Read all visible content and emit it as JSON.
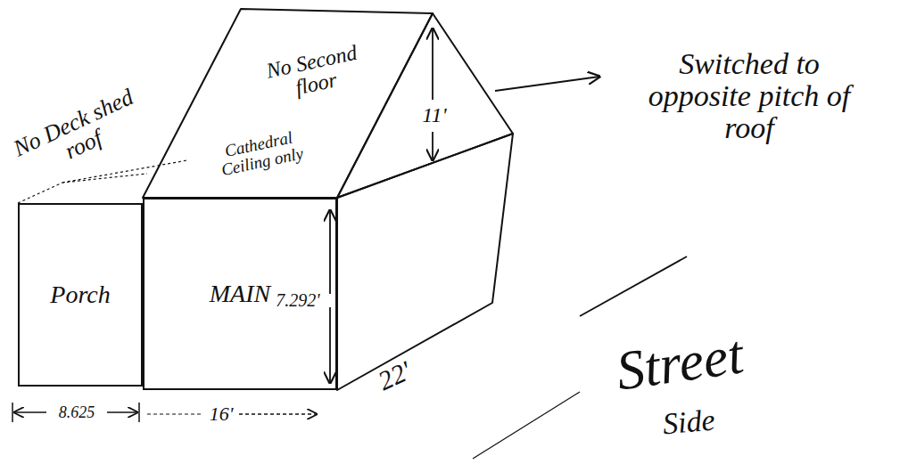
{
  "diagram": {
    "nodes": [
      {
        "text": [
          "Porch"
        ]
      },
      {
        "text": [
          "MAIN"
        ]
      }
    ],
    "labels": [
      "No Deck shed roof",
      "No Second floor",
      "Cathedral Ceiling only",
      "11'",
      "Switched to opposite pitch of roof",
      "7.292'",
      "22'",
      "8.625",
      "16'",
      "Street",
      "Side"
    ]
  }
}
